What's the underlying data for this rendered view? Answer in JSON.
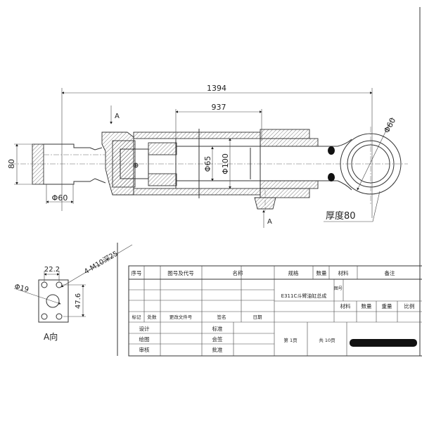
{
  "drawing": {
    "dimensions": {
      "overall_length": "1394",
      "stroke": "937",
      "left_height": "80",
      "left_pin_dia": "Φ60",
      "rod_dia": "Φ65",
      "bore_dia": "Φ100",
      "eye_dia": "Φ60",
      "eye_thickness": "厚度80"
    },
    "section_marks": {
      "top": "A",
      "bottom": "A"
    },
    "view_a": {
      "title": "A向",
      "hole_spacing": "22.2",
      "height": "47.6",
      "port_dia": "Φ19",
      "threads": "4-M10深25"
    }
  },
  "title_block": {
    "header": [
      "序号",
      "图号及代号",
      "名称",
      "规格",
      "数量",
      "材料",
      "备注"
    ],
    "revision_labels": [
      "标记",
      "处数",
      "更改文件号",
      "签名",
      "日期"
    ],
    "roles_left": [
      "设计",
      "绘图",
      "审核"
    ],
    "roles_right": [
      "标准",
      "会签",
      "批准"
    ],
    "part_name": "E311C斗臂油缸总成",
    "drawing_no_label": "图号",
    "props": [
      "材料",
      "数量",
      "重量",
      "比例"
    ],
    "sheet": "第 1页",
    "total_sheets": "共 10页",
    "redaction_color": "#111111"
  }
}
